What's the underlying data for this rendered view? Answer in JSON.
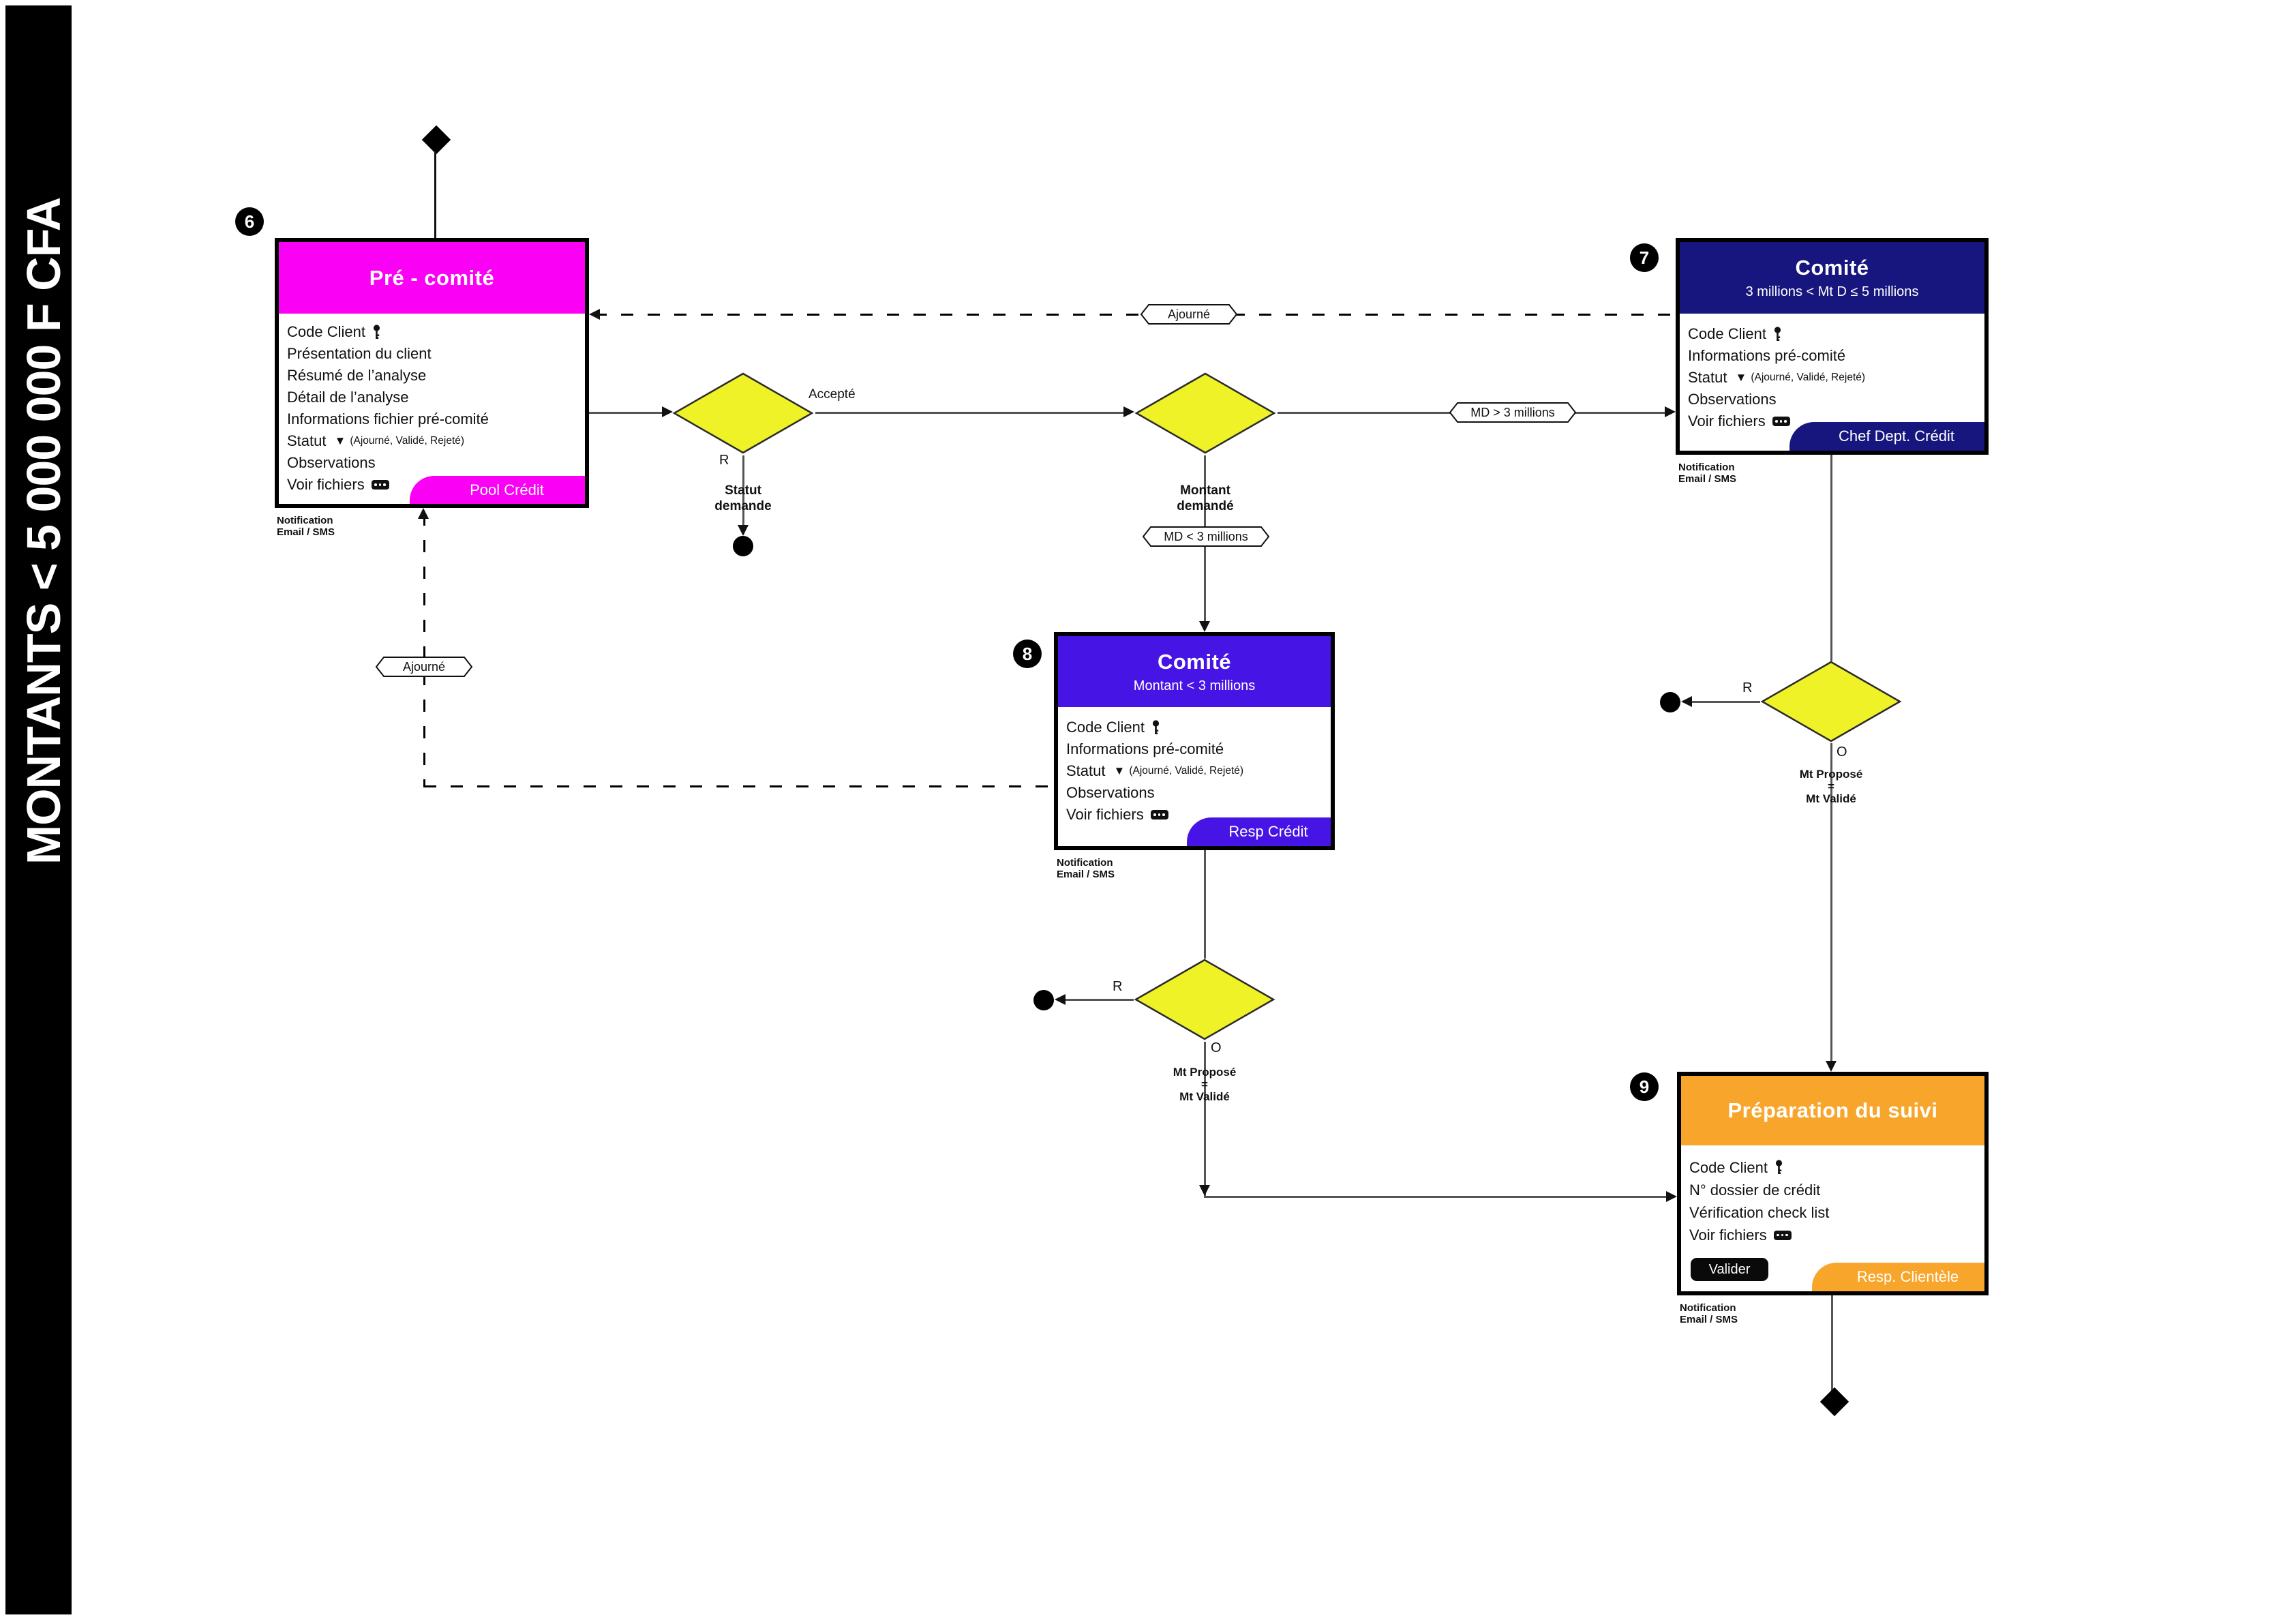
{
  "sidebar": {
    "title": "MONTANTS < 5 000 000 F CFA"
  },
  "glyphs": {
    "dropdown": "▼"
  },
  "colors": {
    "magenta": "#fa00f5",
    "navy": "#16167e",
    "violet": "#4714e6",
    "orange": "#f8a62b",
    "decision_yellow": "#eef227",
    "connector_gray": "#555555",
    "black": "#000000"
  },
  "nodes": {
    "pre_comite": {
      "number": "6",
      "title": "Pré - comité",
      "fields": {
        "code_client": "Code Client",
        "presentation": "Présentation du client",
        "resume": "Résumé de l’analyse",
        "detail": "Détail de l’analyse",
        "informations": "Informations fichier pré-comité",
        "statut": "Statut",
        "statut_options": "(Ajourné, Validé, Rejeté)",
        "observations": "Observations",
        "voir_fichiers": "Voir fichiers"
      },
      "role": "Pool Crédit",
      "note1": "Notification",
      "note2": "Email / SMS"
    },
    "comite_7": {
      "number": "7",
      "title": "Comité",
      "subtitle": "3 millions < Mt D ≤ 5 millions",
      "fields": {
        "code_client": "Code Client",
        "informations": "Informations pré-comité",
        "statut": "Statut",
        "statut_options": "(Ajourné, Validé, Rejeté)",
        "observations": "Observations",
        "voir_fichiers": "Voir fichiers"
      },
      "role": "Chef Dept. Crédit",
      "note1": "Notification",
      "note2": "Email / SMS"
    },
    "comite_8": {
      "number": "8",
      "title": "Comité",
      "subtitle": "Montant < 3 millions",
      "fields": {
        "code_client": "Code Client",
        "informations": "Informations pré-comité",
        "statut": "Statut",
        "statut_options": "(Ajourné, Validé, Rejeté)",
        "observations": "Observations",
        "voir_fichiers": "Voir fichiers"
      },
      "role": "Resp Crédit",
      "note1": "Notification",
      "note2": "Email / SMS"
    },
    "preparation": {
      "number": "9",
      "title": "Préparation du suivi",
      "fields": {
        "code_client": "Code Client",
        "dossier": "N° dossier de crédit",
        "verification": "Vérification check list",
        "voir_fichiers": "Voir fichiers"
      },
      "button": "Valider",
      "role": "Resp. Clientèle",
      "note1": "Notification",
      "note2": "Email / SMS"
    }
  },
  "decisions": {
    "statut_demande": {
      "line1": "Statut",
      "line2": "demande"
    },
    "montant_demande": {
      "line1": "Montant",
      "line2": "demandé"
    },
    "mt_propose_right": {
      "line1": "Mt Proposé",
      "line2": "=",
      "line3": "Mt Validé"
    },
    "mt_propose_low": {
      "line1": "Mt Proposé",
      "line2": "=",
      "line3": "Mt Validé"
    }
  },
  "edge_labels": {
    "accepte": "Accepté",
    "ajourne_top": "Ajourné",
    "ajourne_left": "Ajourné",
    "md_gt": "MD > 3 millions",
    "md_lt": "MD < 3 millions",
    "r_statut": "R",
    "r_right": "R",
    "r_low": "R",
    "o_right": "O",
    "o_low": "O"
  }
}
